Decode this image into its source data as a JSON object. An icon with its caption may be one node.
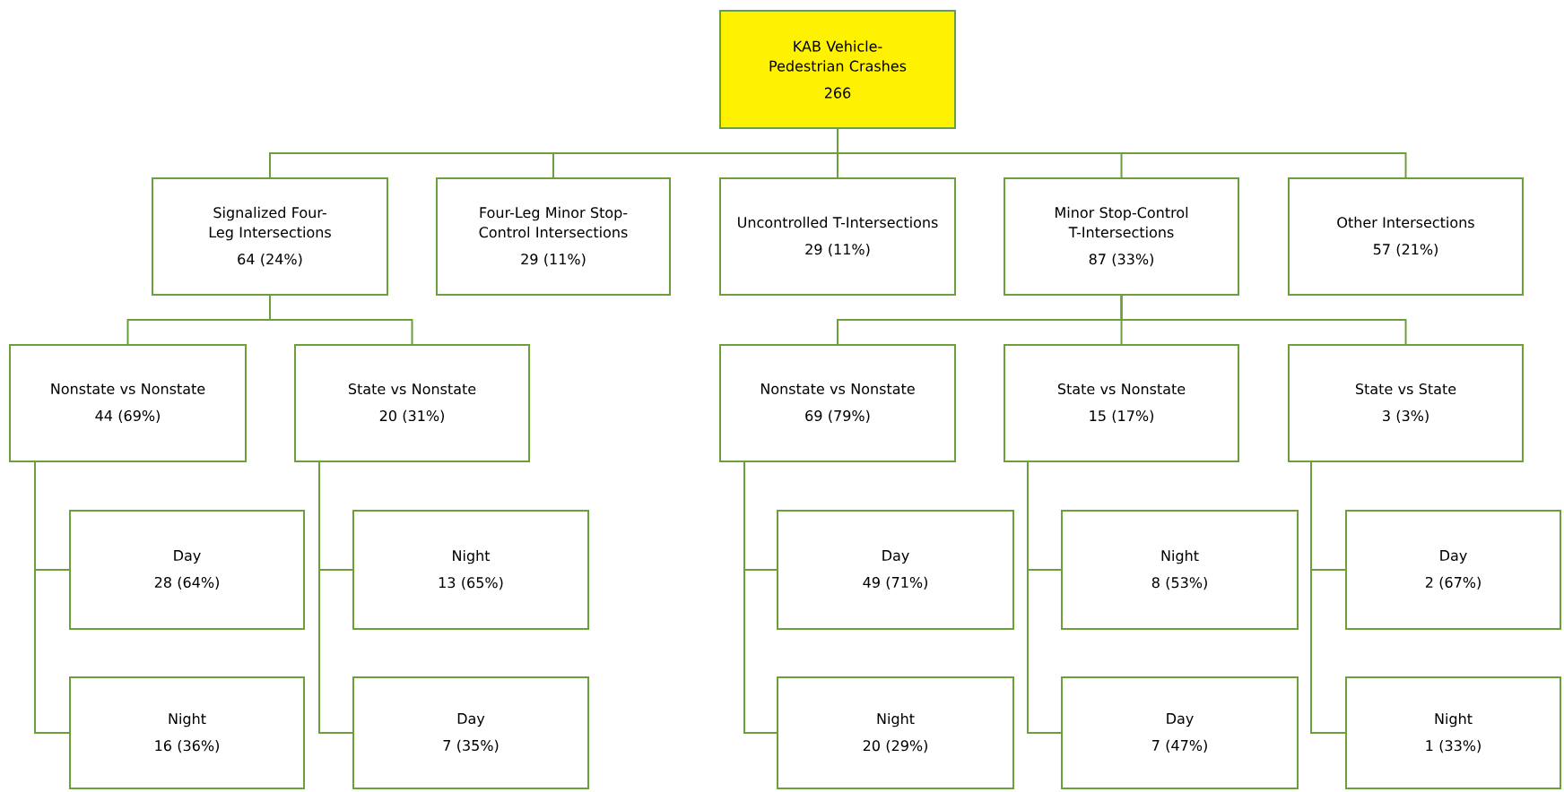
{
  "diagram": {
    "nodes": [
      {
        "text": [
          "KAB Vehicle-Pedestrian Crashes",
          "266"
        ]
      },
      {
        "text": [
          "Signalized Four-Leg Intersections",
          "64 (24%)"
        ]
      },
      {
        "text": [
          "Four-Leg Minor Stop-Control Intersections",
          "29 (11%)"
        ]
      },
      {
        "text": [
          "Uncontrolled T-Intersections",
          "29 (11%)"
        ]
      },
      {
        "text": [
          "Minor Stop-Control T-Intersections",
          "87 (33%)"
        ]
      },
      {
        "text": [
          "Other Intersections",
          "57 (21%)"
        ]
      },
      {
        "text": [
          "Nonstate vs Nonstate",
          "44 (69%)"
        ]
      },
      {
        "text": [
          "State vs Nonstate",
          "20 (31%)"
        ]
      },
      {
        "text": [
          "Nonstate vs Nonstate",
          "69 (79%)"
        ]
      },
      {
        "text": [
          "State vs Nonstate",
          "15 (17%)"
        ]
      },
      {
        "text": [
          "State vs State",
          "3 (3%)"
        ]
      },
      {
        "text": [
          "Day",
          "28 (64%)"
        ]
      },
      {
        "text": [
          "Night",
          "13 (65%)"
        ]
      },
      {
        "text": [
          "Day",
          "49 (71%)"
        ]
      },
      {
        "text": [
          "Night",
          "8 (53%)"
        ]
      },
      {
        "text": [
          "Day",
          "2 (67%)"
        ]
      },
      {
        "text": [
          "Night",
          "16 (36%)"
        ]
      },
      {
        "text": [
          "Day",
          "7 (35%)"
        ]
      },
      {
        "text": [
          "Night",
          "20 (29%)"
        ]
      },
      {
        "text": [
          "Day",
          "7 (47%)"
        ]
      },
      {
        "text": [
          "Night",
          "1 (33%)"
        ]
      }
    ],
    "edges": [
      {
        "from": 0,
        "to": 1,
        "arrow": "none"
      },
      {
        "from": 0,
        "to": 2,
        "arrow": "none"
      },
      {
        "from": 0,
        "to": 3,
        "arrow": "none"
      },
      {
        "from": 0,
        "to": 4,
        "arrow": "none"
      },
      {
        "from": 0,
        "to": 5,
        "arrow": "none"
      },
      {
        "from": 1,
        "to": 6,
        "arrow": "none"
      },
      {
        "from": 1,
        "to": 7,
        "arrow": "none"
      },
      {
        "from": 4,
        "to": 8,
        "arrow": "none"
      },
      {
        "from": 4,
        "to": 9,
        "arrow": "none"
      },
      {
        "from": 4,
        "to": 10,
        "arrow": "none"
      },
      {
        "from": 6,
        "to": 11,
        "arrow": "none"
      },
      {
        "from": 6,
        "to": 16,
        "arrow": "none"
      },
      {
        "from": 7,
        "to": 12,
        "arrow": "none"
      },
      {
        "from": 7,
        "to": 17,
        "arrow": "none"
      },
      {
        "from": 8,
        "to": 13,
        "arrow": "none"
      },
      {
        "from": 8,
        "to": 18,
        "arrow": "none"
      },
      {
        "from": 9,
        "to": 14,
        "arrow": "none"
      },
      {
        "from": 9,
        "to": 19,
        "arrow": "none"
      },
      {
        "from": 10,
        "to": 15,
        "arrow": "none"
      },
      {
        "from": 10,
        "to": 20,
        "arrow": "none"
      }
    ]
  }
}
